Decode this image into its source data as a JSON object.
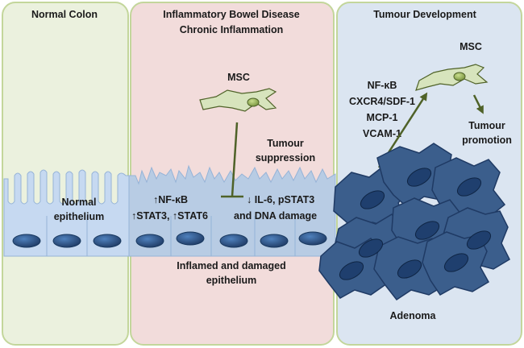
{
  "panels": {
    "normal": {
      "title": "Normal Colon",
      "color": "#ebf1de",
      "border": "#c3d69b"
    },
    "ibd": {
      "title_line1": "Inflammatory Bowel Disease",
      "title_line2": "Chronic Inflammation",
      "color": "#f2dcdb",
      "border": "#c3d69b"
    },
    "tumour": {
      "title": "Tumour Development",
      "color": "#dbe5f1",
      "border": "#c3d69b"
    }
  },
  "labels": {
    "normal_epithelium_1": "Normal",
    "normal_epithelium_2": "epithelium",
    "msc_ibd": "MSC",
    "msc_tumour": "MSC",
    "tumour_suppression_1": "Tumour",
    "tumour_suppression_2": "suppression",
    "ibd_up_1": "↑NF-κB",
    "ibd_up_2": "↑STAT3, ↑STAT6",
    "ibd_down_1": "↓ IL-6, pSTAT3",
    "ibd_down_2": "and DNA damage",
    "inflamed_1": "Inflamed and damaged",
    "inflamed_2": "epithelium",
    "tumour_factors_1": "NF-κB",
    "tumour_factors_2": "CXCR4/SDF-1",
    "tumour_factors_3": "MCP-1",
    "tumour_factors_4": "VCAM-1",
    "tumour_promotion_1": "Tumour",
    "tumour_promotion_2": "promotion",
    "adenoma": "Adenoma"
  },
  "colors": {
    "epithelium_cell": "#c6d9f1",
    "nucleus": "#1f497d",
    "msc_body": "#d7e4bd",
    "msc_nucleus": "#9bbb59",
    "adenoma_cell": "#3b5e8c",
    "adenoma_nucleus": "#1f3f6e",
    "arrow": "#4f6228"
  }
}
